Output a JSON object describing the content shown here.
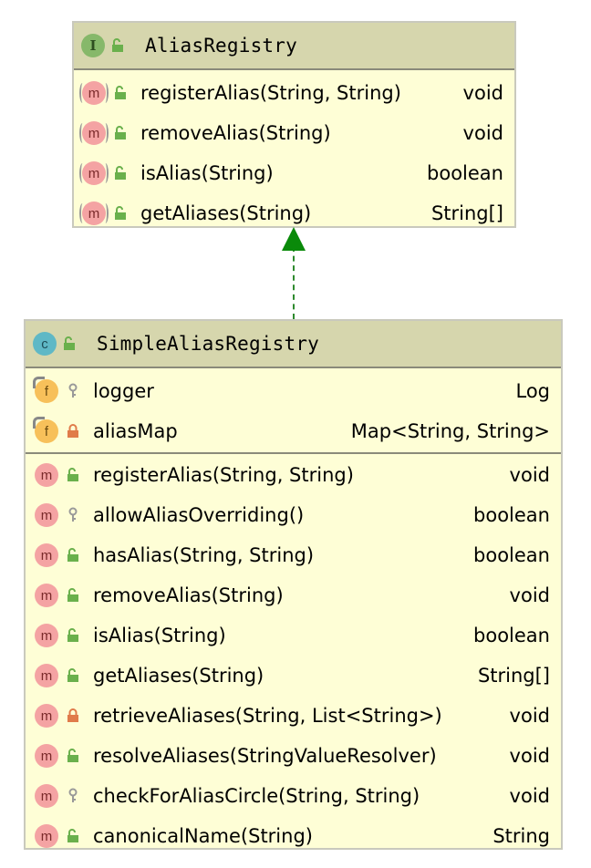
{
  "interface_box": {
    "kind": "I",
    "visibility": "public",
    "title": "AliasRegistry",
    "methods": [
      {
        "badge": "m",
        "visibility": "public",
        "name": "registerAlias(String, String)",
        "type": "void"
      },
      {
        "badge": "m",
        "visibility": "public",
        "name": "removeAlias(String)",
        "type": "void"
      },
      {
        "badge": "m",
        "visibility": "public",
        "name": "isAlias(String)",
        "type": "boolean"
      },
      {
        "badge": "m",
        "visibility": "public",
        "name": "getAliases(String)",
        "type": "String[]"
      }
    ]
  },
  "class_box": {
    "kind": "c",
    "visibility": "public",
    "title": "SimpleAliasRegistry",
    "fields": [
      {
        "badge": "f",
        "visibility": "protected",
        "name": "logger",
        "type": "Log"
      },
      {
        "badge": "f",
        "visibility": "private",
        "name": "aliasMap",
        "type": "Map<String, String>"
      }
    ],
    "methods": [
      {
        "badge": "m",
        "visibility": "public",
        "name": "registerAlias(String, String)",
        "type": "void"
      },
      {
        "badge": "m",
        "visibility": "protected",
        "name": "allowAliasOverriding()",
        "type": "boolean"
      },
      {
        "badge": "m",
        "visibility": "public",
        "name": "hasAlias(String, String)",
        "type": "boolean"
      },
      {
        "badge": "m",
        "visibility": "public",
        "name": "removeAlias(String)",
        "type": "void"
      },
      {
        "badge": "m",
        "visibility": "public",
        "name": "isAlias(String)",
        "type": "boolean"
      },
      {
        "badge": "m",
        "visibility": "public",
        "name": "getAliases(String)",
        "type": "String[]"
      },
      {
        "badge": "m",
        "visibility": "private",
        "name": "retrieveAliases(String, List<String>)",
        "type": "void"
      },
      {
        "badge": "m",
        "visibility": "public",
        "name": "resolveAliases(StringValueResolver)",
        "type": "void"
      },
      {
        "badge": "m",
        "visibility": "protected",
        "name": "checkForAliasCircle(String, String)",
        "type": "void"
      },
      {
        "badge": "m",
        "visibility": "public",
        "name": "canonicalName(String)",
        "type": "String"
      }
    ]
  },
  "colors": {
    "box_fill": "#fefed6",
    "header_fill": "#d6d6ad",
    "arrow": "#0a8a0a",
    "public_icon": "#6ab04c",
    "private_icon": "#e07b4a",
    "protected_icon": "#999999"
  },
  "relationship": {
    "type": "implements",
    "from": "SimpleAliasRegistry",
    "to": "AliasRegistry"
  }
}
